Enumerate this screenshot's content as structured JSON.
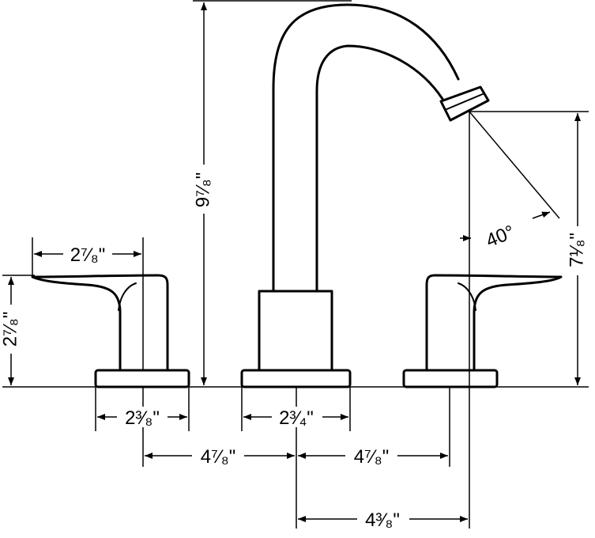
{
  "drawing": {
    "stroke_color": "#000000",
    "background": "#ffffff",
    "dimensions": {
      "overall_height": "9⁷⁄₈\"",
      "spout_outlet_height": "7¹⁄₈\"",
      "handle_height": "2⁷⁄₈\"",
      "handle_reach": "2⁷⁄₈\"",
      "spout_angle": "40°",
      "handle_base_width": "2³⁄₈\"",
      "spout_base_width": "2³⁄₄\"",
      "left_center_spacing": "4⁷⁄₈\"",
      "right_center_spacing": "4⁷⁄₈\"",
      "spout_reach": "4³⁄₈\""
    }
  }
}
